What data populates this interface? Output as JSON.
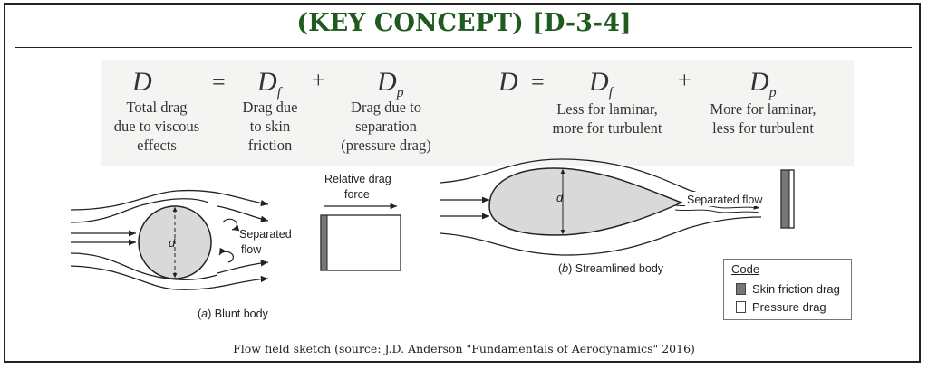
{
  "title": "(KEY CONCEPT) [D-3-4]",
  "equation_left": {
    "total_symbol": "D",
    "friction_symbol": "D",
    "friction_sub": "f",
    "pressure_symbol": "D",
    "pressure_sub": "p",
    "equals": "=",
    "plus": "+",
    "total_desc": "Total drag\ndue to viscous\neffects",
    "friction_desc": "Drag due\nto skin\nfriction",
    "pressure_desc": "Drag due to\nseparation\n(pressure drag)"
  },
  "equation_right": {
    "total_symbol": "D",
    "equals": "=",
    "friction_symbol": "D",
    "friction_sub": "f",
    "plus": "+",
    "pressure_symbol": "D",
    "pressure_sub": "p",
    "friction_desc": "Less for laminar,\nmore for turbulent",
    "pressure_desc": "More for laminar,\nless for turbulent"
  },
  "blunt": {
    "diameter_label": "d",
    "separated_label_1": "Separated",
    "separated_label_2": "flow",
    "caption_prefix": "(",
    "caption_letter": "a",
    "caption_rest": ") Blunt body"
  },
  "drag_box": {
    "label_1": "Relative drag",
    "label_2": "force"
  },
  "streamlined": {
    "diameter_label": "d",
    "separated_label": "Separated flow",
    "caption_prefix": "(",
    "caption_letter": "b",
    "caption_rest": ") Streamlined body"
  },
  "legend": {
    "title": "Code",
    "items": [
      {
        "label": "Skin friction drag",
        "color": "#777777"
      },
      {
        "label": "Pressure drag",
        "color": "#ffffff"
      }
    ]
  },
  "caption": "Flow field sketch (source: J.D. Anderson \"Fundamentals of Aerodynamics\" 2016)"
}
